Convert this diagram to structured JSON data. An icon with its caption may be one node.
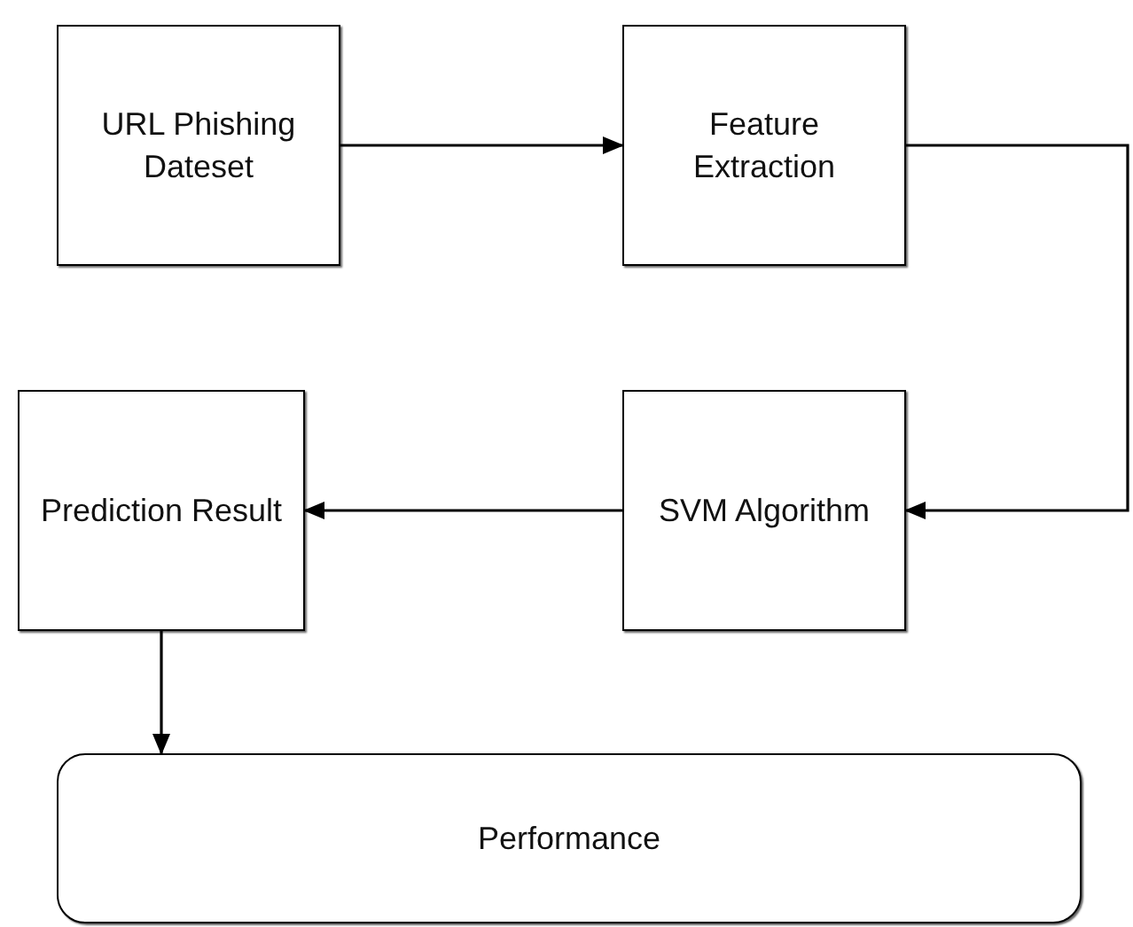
{
  "diagram": {
    "nodes": [
      {
        "text": [
          "URL Phishing Dateset"
        ]
      },
      {
        "text": [
          "Feature Extraction"
        ]
      },
      {
        "text": [
          "Prediction Result"
        ]
      },
      {
        "text": [
          "SVM Algorithm"
        ]
      },
      {
        "text": [
          "Performance"
        ]
      }
    ],
    "edges": [
      {
        "from": 0,
        "to": 1,
        "arrow": "to"
      },
      {
        "from": 1,
        "to": 3,
        "arrow": "to"
      },
      {
        "from": 3,
        "to": 2,
        "arrow": "to"
      },
      {
        "from": 2,
        "to": 4,
        "arrow": "to"
      }
    ]
  }
}
